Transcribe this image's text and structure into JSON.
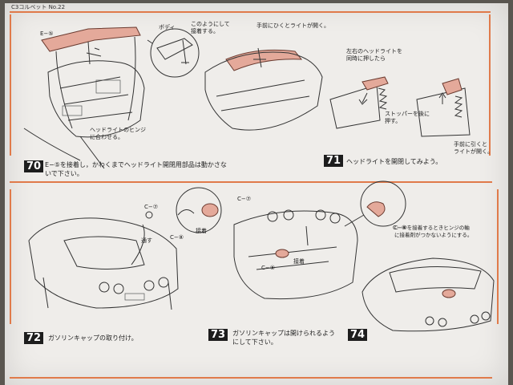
{
  "header": {
    "title": "C3コルベット No.22"
  },
  "steps": [
    {
      "number": "70",
      "text": "E−⑤を接着し，かわくまでヘッドライト開閉用部品は動かさないで下さい。"
    },
    {
      "number": "71",
      "text": "ヘッドライトを開閉してみよう。"
    },
    {
      "number": "72",
      "text": "ガソリンキャップの取り付け。"
    },
    {
      "number": "73",
      "text": "ガソリンキャップは開けられるようにして下さい。"
    },
    {
      "number": "74",
      "text": ""
    }
  ],
  "labels": {
    "e5": "E−⑤",
    "body": "ボディ",
    "glue_like_this": "このようにして\n接着する。",
    "align_hinge": "ヘッドライトのヒンジ\nに合わせる。",
    "pull_forward": "手前にひくとライトが開く。",
    "push_both_lr": "左右のヘッドライトを\n同時に押したら",
    "stopper_back": "ストッパーを後に\n押す。",
    "pull_back_open": "手前に引くと\nライトが開く。",
    "c7a": "C−⑦",
    "c7b": "C−⑦",
    "c8a": "C−⑧",
    "c8b": "C−⑧",
    "glue_a": "接着",
    "glue_b": "接着",
    "through": "通す",
    "c6": "C−⑥",
    "c6_note": "C−⑥を接着するときヒンジの軸\nに接着剤がつかないようにする。"
  }
}
